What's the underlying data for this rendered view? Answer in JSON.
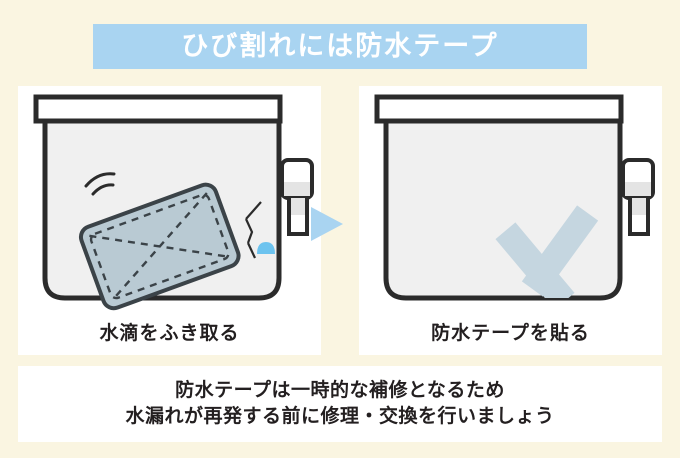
{
  "background_color": "#faf5e1",
  "header": {
    "title": "ひび割れには防水テープ",
    "banner_color": "#a9d4f1",
    "title_color": "#ffffff"
  },
  "steps": [
    {
      "id": "step-wipe",
      "caption": "水滴をふき取る",
      "illustration": "water-tank-with-cloth",
      "elements": {
        "tank": "water-heater-tank",
        "cloth": "wiping-cloth",
        "droplet": "water-droplet",
        "motion_lines": "wiping-motion-lines",
        "crack": "crack-mark"
      }
    },
    {
      "id": "step-tape",
      "caption": "防水テープを貼る",
      "illustration": "water-tank-with-tape",
      "elements": {
        "tank": "water-heater-tank",
        "tape": "waterproof-tape-cross"
      }
    }
  ],
  "arrow": {
    "direction": "right",
    "color": "#a9d4f1"
  },
  "note": {
    "line1": "防水テープは一時的な補修となるため",
    "line2": "水漏れが再発する前に修理・交換を行いましょう",
    "text_color": "#231f20"
  },
  "palette": {
    "outline": "#2b2b2b",
    "tank_fill": "#f0f0f0",
    "cloth_fill": "#b9cad3",
    "tape_fill": "#c5d6e0",
    "droplet": "#6cc3ef",
    "panel": "#ffffff"
  }
}
